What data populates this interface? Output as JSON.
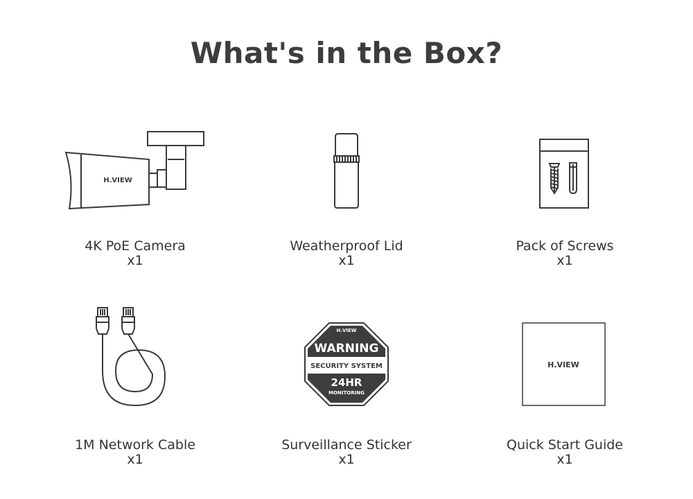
{
  "header": {
    "title": "What's in the Box?"
  },
  "brand": {
    "logo_text": "H.VIEW"
  },
  "items": [
    {
      "name": "4K PoE Camera",
      "qty": "x1"
    },
    {
      "name": "Weatherproof Lid",
      "qty": "x1"
    },
    {
      "name": "Pack of Screws",
      "qty": "x1"
    },
    {
      "name": "1M Network Cable",
      "qty": "x1"
    },
    {
      "name": "Surveillance Sticker",
      "qty": "x1"
    },
    {
      "name": "Quick Start Guide",
      "qty": "x1"
    }
  ],
  "sticker": {
    "brand": "H.VIEW",
    "warning": "WARNING",
    "system": "SECURITY SYSTEM",
    "hours": "24HR",
    "monitoring": "MONITORING"
  },
  "colors": {
    "line": "#3a3a3a",
    "text": "#333333",
    "sticker_fill": "#3d3d3d"
  }
}
